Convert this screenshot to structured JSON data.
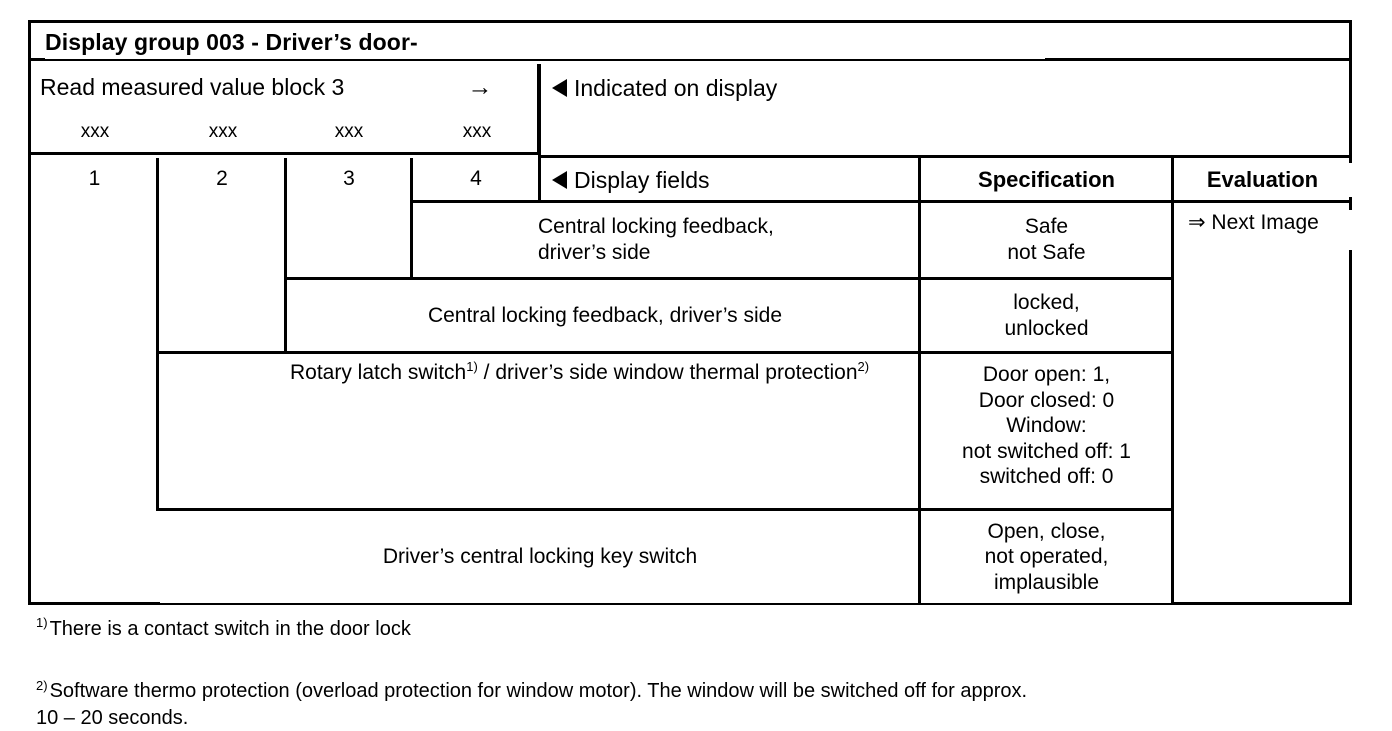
{
  "title": {
    "text": "Display group 003 - Driver’s door-"
  },
  "read_block": {
    "label": "Read measured value block 3",
    "arrow": "→",
    "values": [
      "xxx",
      "xxx",
      "xxx",
      "xxx"
    ]
  },
  "columns": {
    "numbers": [
      "1",
      "2",
      "3",
      "4"
    ]
  },
  "panel_headers": {
    "indicated_on_display": "Indicated on display",
    "display_fields": "Display fields",
    "specification": "Specification",
    "evaluation": "Evaluation"
  },
  "evaluation": {
    "value": "⇒ Next Image"
  },
  "rows": [
    {
      "block": "4",
      "display_field": "Central locking feedback,\ndriver’s side",
      "specification": "Safe\nnot Safe"
    },
    {
      "block": "3",
      "display_field": "Central locking feedback, driver’s side",
      "specification": "locked,\nunlocked"
    },
    {
      "block": "2",
      "display_field_prefix": "Rotary latch switch",
      "display_field_sup1": "1)",
      "display_field_middle": " / driver’s side window thermal protection",
      "display_field_sup2": "2)",
      "specification": "Door open:  1,\nDoor closed:  0\nWindow:\nnot switched off:  1\nswitched off:  0"
    },
    {
      "block": "1",
      "display_field": "Driver’s central locking key switch",
      "specification": "Open, close,\nnot operated,\nimplausible"
    }
  ],
  "footnotes": [
    {
      "marker": "1)",
      "text": "There is a contact switch in the door lock"
    },
    {
      "marker": "2)",
      "text": "Software thermo protection (overload protection for window motor).  The window will be switched off for approx.\n   10 – 20 seconds."
    }
  ]
}
